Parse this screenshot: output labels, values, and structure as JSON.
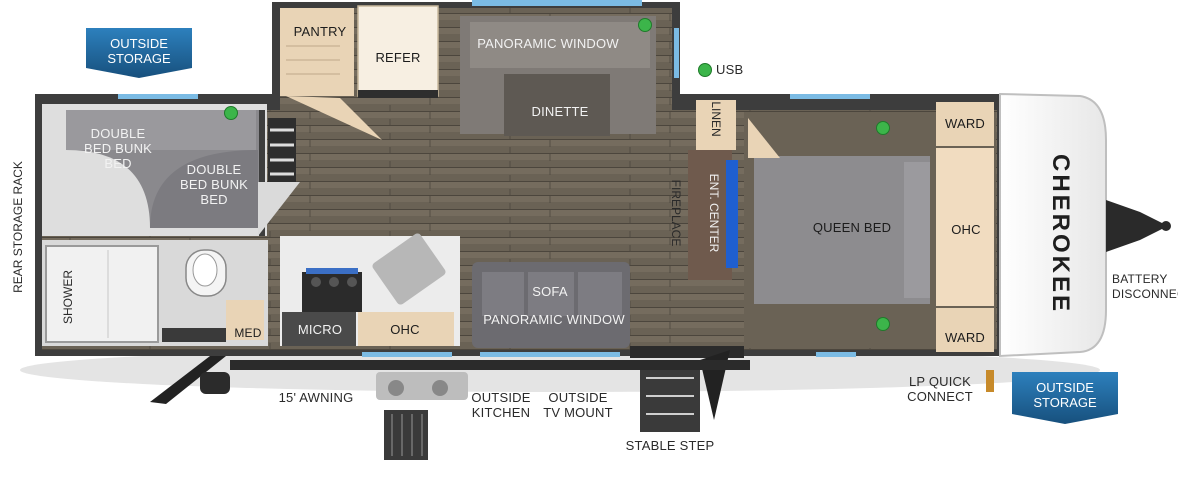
{
  "labels": {
    "outside_storage_left": "OUTSIDE STORAGE",
    "outside_storage_right": "OUTSIDE STORAGE",
    "pantry": "PANTRY",
    "refer": "REFER",
    "panoramic_window_top": "PANORAMIC WINDOW",
    "dinette": "DINETTE",
    "usb": "USB",
    "linen": "LINEN",
    "ward_top": "WARD",
    "ward_bottom": "WARD",
    "double_bed_bunk_1": "DOUBLE BED BUNK BED",
    "double_bed_bunk_2": "DOUBLE BED BUNK BED",
    "rear_storage_rack": "REAR STORAGE RACK",
    "fireplace": "FIREPLACE",
    "ent_center": "ENT. CENTER",
    "queen_bed": "QUEEN BED",
    "ohc_bedroom": "OHC",
    "brand": "CHEROKEE",
    "battery_disconnect": "BATTERY DISCONNECT",
    "shower": "SHOWER",
    "sofa": "SOFA",
    "panoramic_window_bottom": "PANORAMIC WINDOW",
    "med": "MED",
    "micro": "MICRO",
    "ohc_kitchen": "OHC",
    "awning": "15' AWNING",
    "outside_kitchen": "OUTSIDE KITCHEN",
    "outside_tv_mount": "OUTSIDE TV MOUNT",
    "stable_step": "STABLE STEP",
    "lp_quick_connect": "LP QUICK CONNECT"
  },
  "colors": {
    "wall": "#3a3a3a",
    "floor": "#6d6558",
    "bed_fabric": "#8d8c8f",
    "cabinet_wood": "#e9d4b6",
    "storage_blue": "#1f6ea8",
    "window_blue": "#7bbbe4",
    "indicator_green": "#3cb54a"
  }
}
